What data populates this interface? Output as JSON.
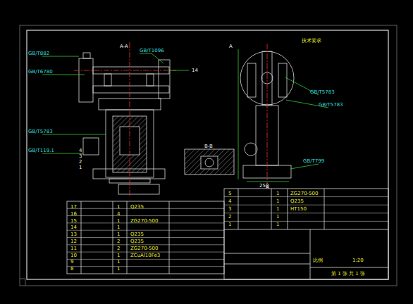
{
  "diagram": {
    "labels": [
      "GB/T882",
      "GB/T6780",
      "GB/T1096",
      "A-A",
      "GB/T5783",
      "GB/T119.1",
      "1",
      "2",
      "3",
      "4",
      "14",
      "B-B",
      "A",
      "A",
      "技术要求",
      "GB/T5783",
      "GB/T5783",
      "GB/T799",
      "250",
      "17",
      "16",
      "15",
      "14",
      "13",
      "12",
      "11",
      "10",
      "9",
      "8",
      "1",
      "4",
      "1",
      "1",
      "1",
      "2",
      "2",
      "1",
      "1",
      "1",
      "Q235",
      "ZG270-500",
      "Q235",
      "Q235",
      "ZG270-500",
      "ZCuAl10Fe3",
      "5",
      "4",
      "3",
      "2",
      "1",
      "1",
      "1",
      "1",
      "1",
      "1",
      "ZG270-500",
      "Q235",
      "HT150",
      "比例",
      "1:20",
      "第 1 张 共 1 张"
    ]
  }
}
